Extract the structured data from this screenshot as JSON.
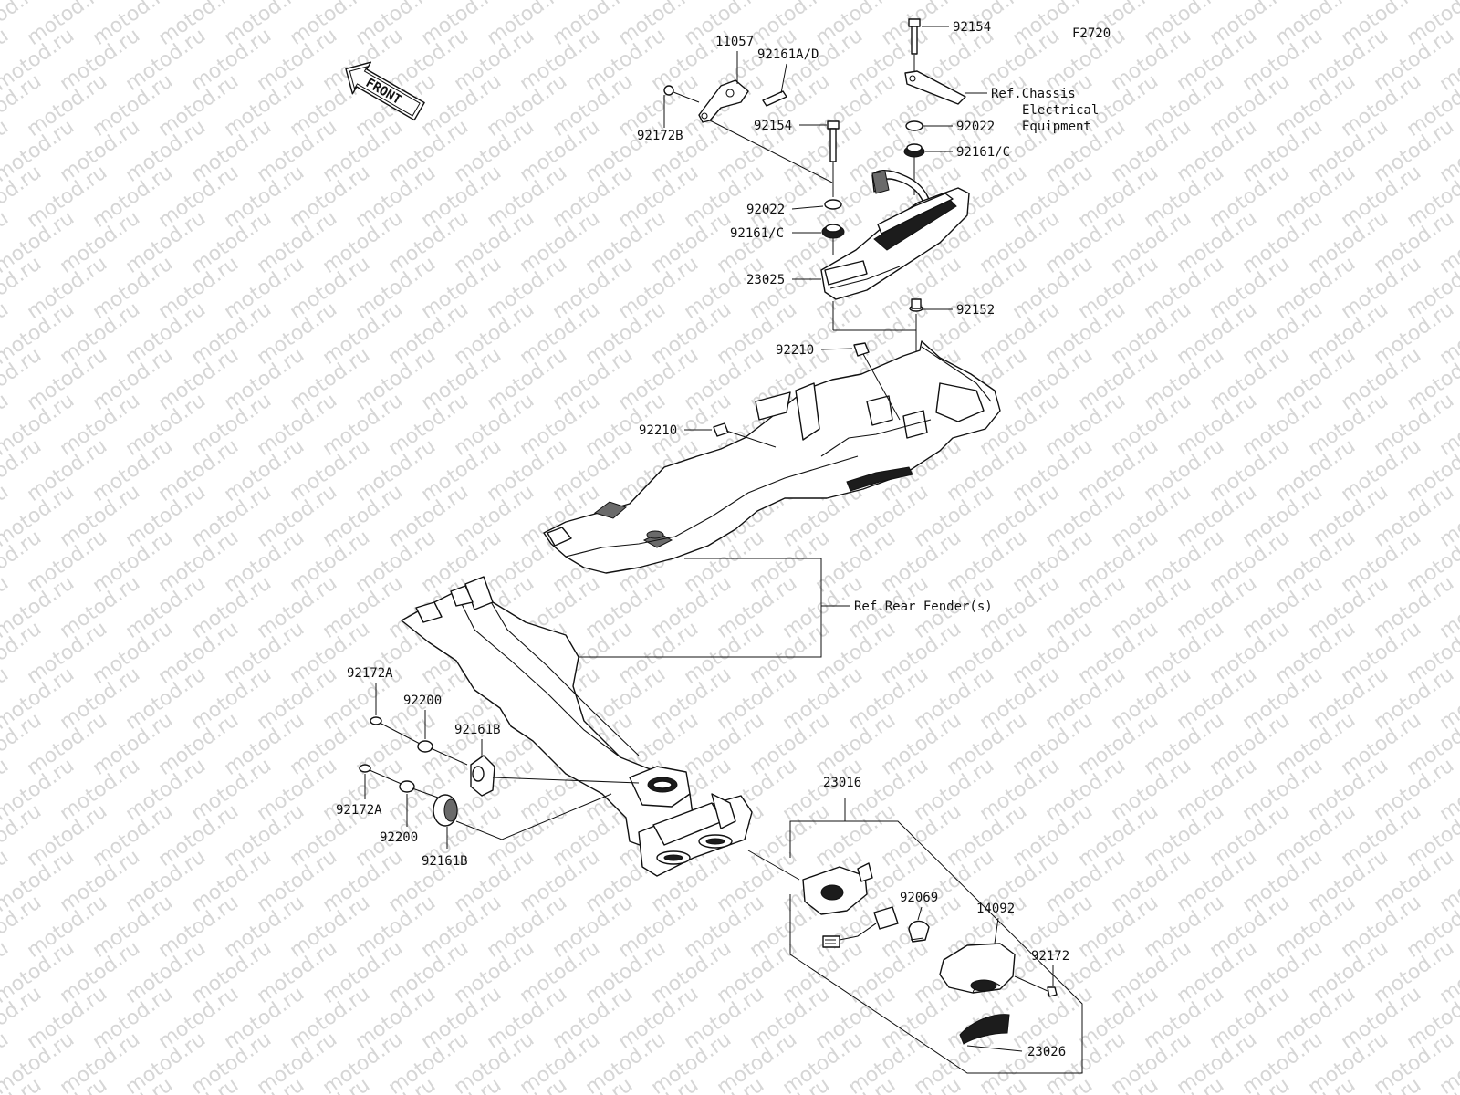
{
  "diagram": {
    "figure_id": "F2720",
    "watermark": "motod.ru",
    "front_arrow": {
      "text": "FRONT"
    },
    "callouts": [
      {
        "key": "c_92154_top",
        "text": "92154"
      },
      {
        "key": "c_11057",
        "text": "11057"
      },
      {
        "key": "c_92161ad",
        "text": "92161A/D"
      },
      {
        "key": "c_92172b",
        "text": "92172B"
      },
      {
        "key": "c_92154_mid",
        "text": "92154"
      },
      {
        "key": "c_92022_right",
        "text": "92022"
      },
      {
        "key": "c_92161c_right",
        "text": "92161/C"
      },
      {
        "key": "c_92022_left",
        "text": "92022"
      },
      {
        "key": "c_92161c_left",
        "text": "92161/C"
      },
      {
        "key": "c_23025",
        "text": "23025"
      },
      {
        "key": "c_92152",
        "text": "92152"
      },
      {
        "key": "c_92210_top",
        "text": "92210"
      },
      {
        "key": "c_92210_mid",
        "text": "92210"
      },
      {
        "key": "c_92172a_top",
        "text": "92172A"
      },
      {
        "key": "c_92200_top",
        "text": "92200"
      },
      {
        "key": "c_92161b_top",
        "text": "92161B"
      },
      {
        "key": "c_92172a_bot",
        "text": "92172A"
      },
      {
        "key": "c_92200_bot",
        "text": "92200"
      },
      {
        "key": "c_92161b_bot",
        "text": "92161B"
      },
      {
        "key": "c_23016",
        "text": "23016"
      },
      {
        "key": "c_92069",
        "text": "92069"
      },
      {
        "key": "c_14092",
        "text": "14092"
      },
      {
        "key": "c_92172",
        "text": "92172"
      },
      {
        "key": "c_23026",
        "text": "23026"
      }
    ],
    "references": {
      "chassis_line1": "Ref.Chassis",
      "chassis_line2": "Electrical",
      "chassis_line3": "Equipment",
      "rear_fender": "Ref.Rear Fender(s)"
    }
  }
}
